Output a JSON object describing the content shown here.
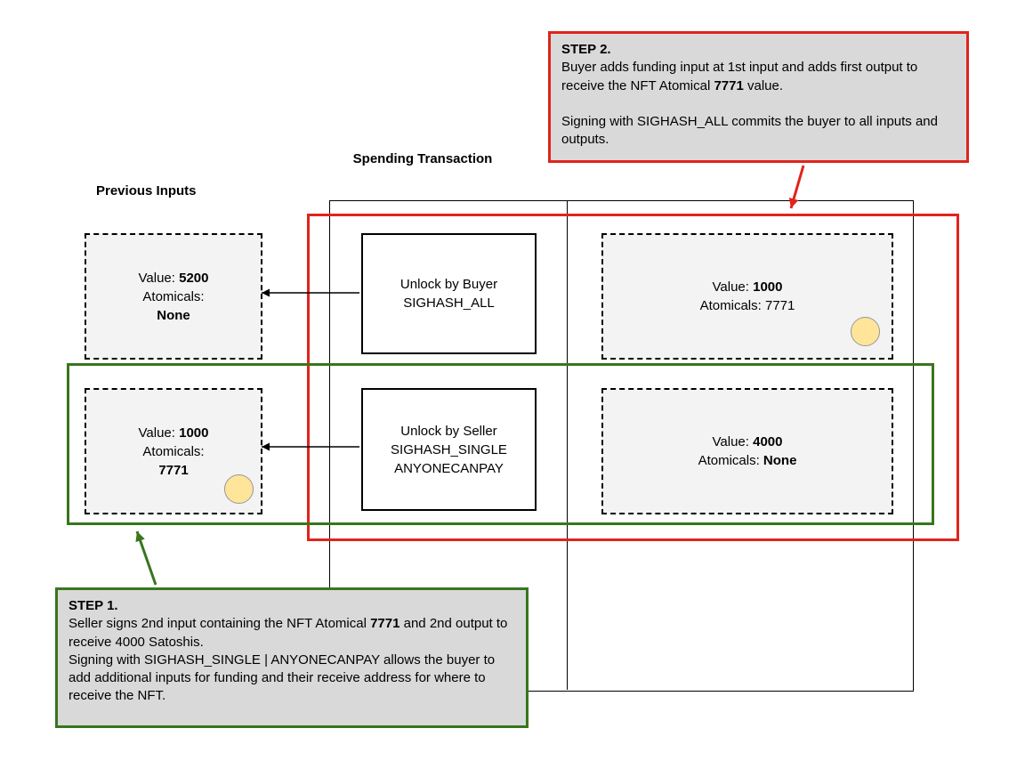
{
  "titles": {
    "previous_inputs": "Previous Inputs",
    "spending_transaction": "Spending Transaction"
  },
  "callouts": {
    "step2": {
      "title": "STEP 2.",
      "p1_pre": "Buyer adds funding input at 1st input and adds first output to receive the NFT Atomical ",
      "p1_bold": "7771",
      "p1_post": " value.",
      "p2": "Signing with SIGHASH_ALL commits the buyer to all inputs and outputs."
    },
    "step1": {
      "title": "STEP 1.",
      "p1_pre": "Seller signs 2nd input containing the NFT Atomical ",
      "p1_bold": "7771",
      "p1_post": " and 2nd output to receive 4000 Satoshis.",
      "p2": "Signing with SIGHASH_SINGLE | ANYONECANPAY allows the buyer to add additional inputs for funding and their receive address for where to receive the NFT."
    }
  },
  "previous_inputs": {
    "input1": {
      "value_label": "Value: ",
      "value": "5200",
      "atomicals_label": "Atomicals:",
      "atomicals": "None"
    },
    "input2": {
      "value_label": "Value: ",
      "value": "1000",
      "atomicals_label": "Atomicals:",
      "atomicals": "7771"
    }
  },
  "transaction": {
    "input_scripts": {
      "buyer": {
        "line1": "Unlock by Buyer",
        "line2": "SIGHASH_ALL"
      },
      "seller": {
        "line1": "Unlock by Seller",
        "line2": "SIGHASH_SINGLE",
        "line3": "ANYONECANPAY"
      }
    },
    "outputs": {
      "output1": {
        "value_label": "Value: ",
        "value": "1000",
        "atomicals_label": "Atomicals: ",
        "atomicals": "7771"
      },
      "output2": {
        "value_label": "Value: ",
        "value": "4000",
        "atomicals_label": "Atomicals: ",
        "atomicals": "None"
      }
    }
  },
  "icons": {
    "coin": "nft-coin"
  },
  "colors": {
    "step2_red": "#e0241b",
    "step1_green": "#38761d",
    "callout_bg": "#d9d9d9",
    "dashed_box_bg": "#f3f3f3",
    "coin_fill": "#ffe599",
    "coin_border": "#979797"
  }
}
